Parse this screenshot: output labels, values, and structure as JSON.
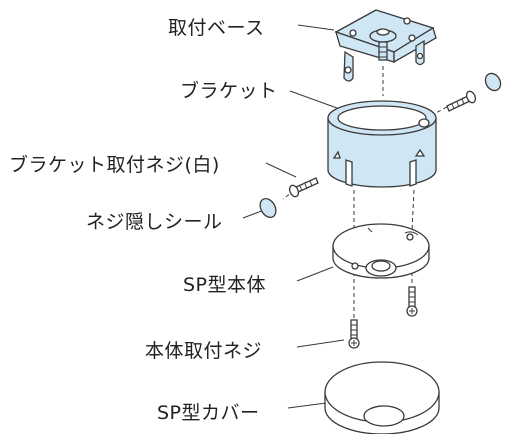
{
  "diagram": {
    "parts": {
      "mount_base": "取付ベース",
      "bracket": "ブラケット",
      "bracket_screw": "ブラケット取付ネジ(白)",
      "screw_cover_seal": "ネジ隠しシール",
      "sp_body": "SP型本体",
      "body_screw": "本体取付ネジ",
      "sp_cover": "SP型カバー"
    },
    "colors": {
      "line": "#3a3a3a",
      "part_fill": "#cfe6f5",
      "white_part": "#ffffff"
    }
  }
}
